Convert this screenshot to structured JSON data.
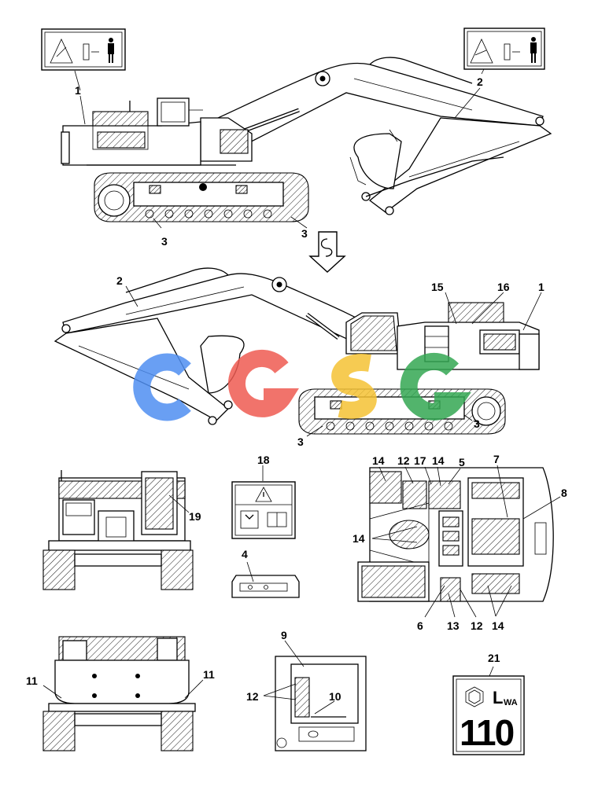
{
  "figure": {
    "callouts": {
      "c1a": "1",
      "c2a": "2",
      "c3a": "3",
      "c3b": "3",
      "c2b": "2",
      "c15": "15",
      "c16": "16",
      "c1b": "1",
      "c3c": "3",
      "c3d": "3",
      "c18": "18",
      "c19": "19",
      "c4": "4",
      "c14a": "14",
      "c12a": "12",
      "c17": "17",
      "c14b": "14",
      "c5": "5",
      "c7": "7",
      "c8": "8",
      "c14c": "14",
      "c6": "6",
      "c13": "13",
      "c12b": "12",
      "c14d": "14",
      "c9": "9",
      "c11a": "11",
      "c11b": "11",
      "c12c": "12",
      "c10": "10",
      "c21": "21"
    },
    "noise_decal": {
      "unit": "L",
      "subscript": "WA",
      "value": "110"
    },
    "watermark": {
      "text": "CGSG",
      "colors": [
        "#4f8ff2",
        "#ef5b52",
        "#f5c234",
        "#34a853"
      ]
    }
  }
}
